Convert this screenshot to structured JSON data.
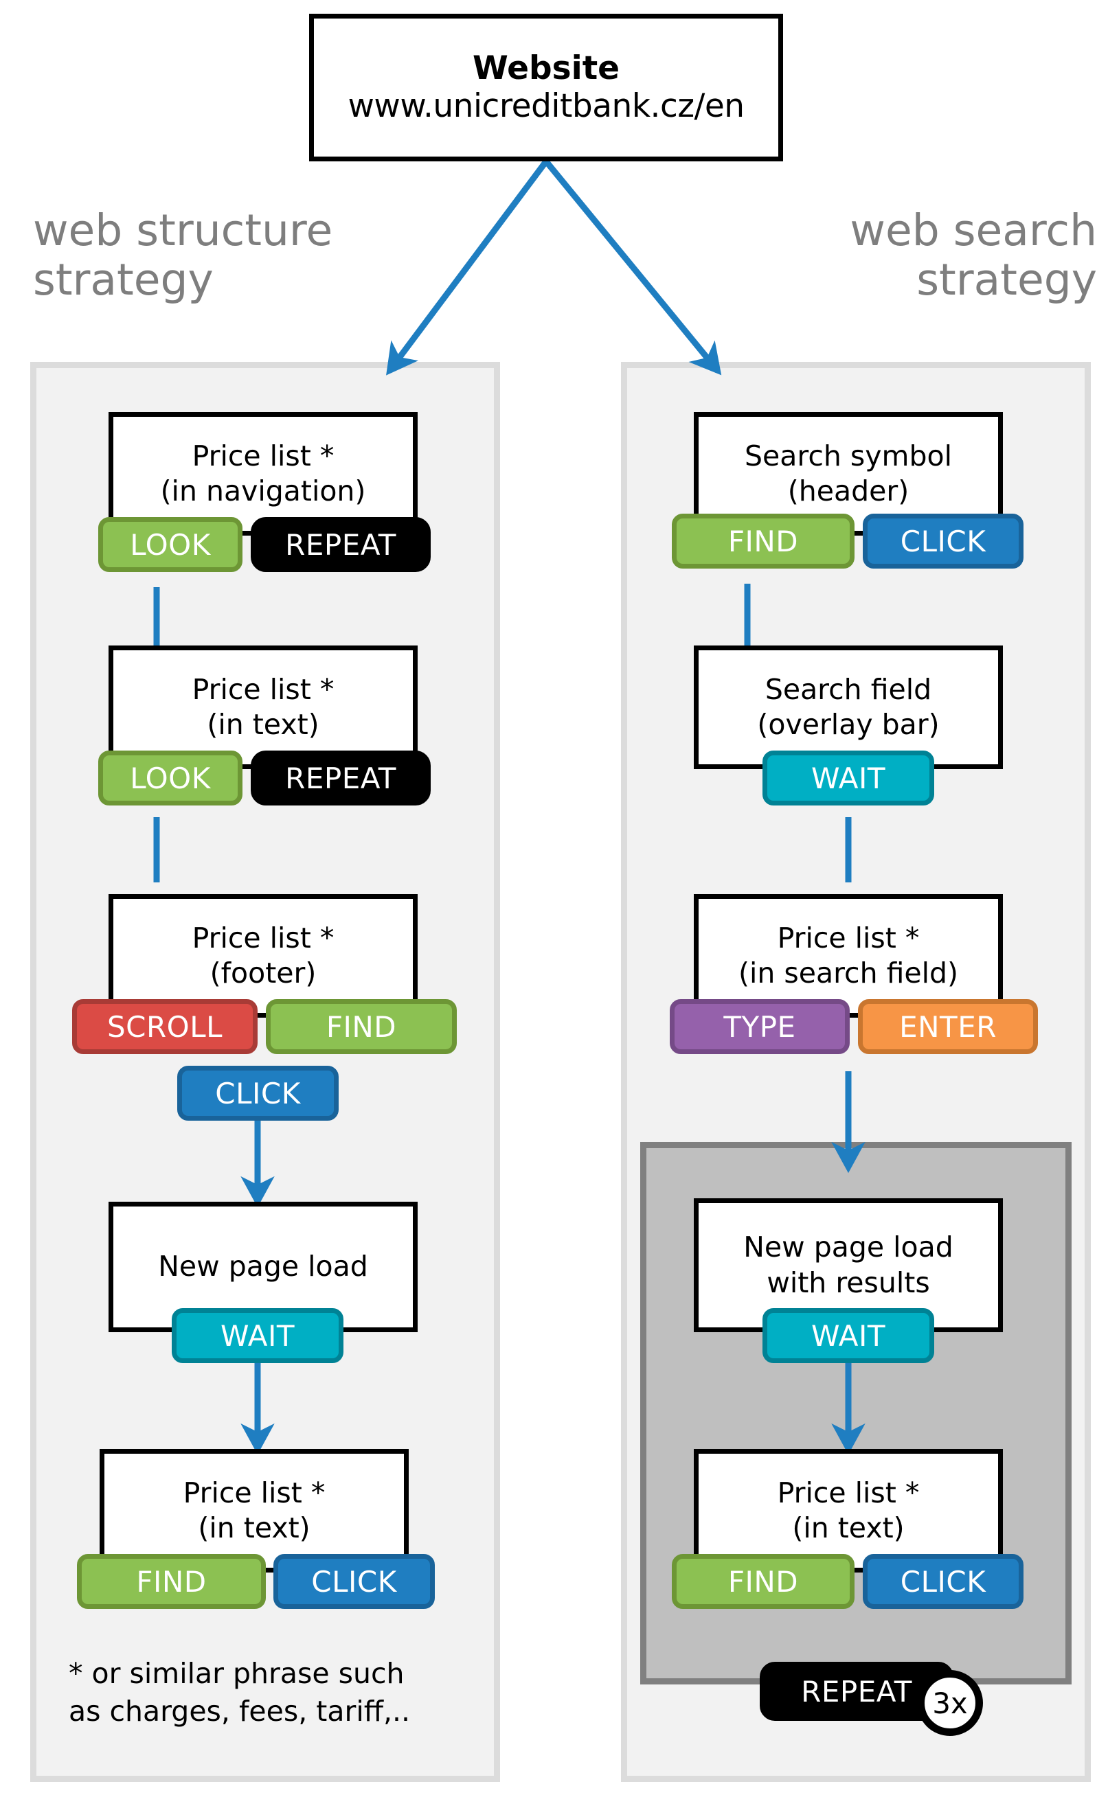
{
  "diagram": {
    "root": {
      "title": "Website",
      "url": "www.unicreditbank.cz/en"
    },
    "columns": [
      {
        "id": "web-structure",
        "heading": "web structure\nstrategy",
        "steps": [
          {
            "id": "price-list-navigation",
            "line1": "Price list *",
            "line2": "(in navigation)",
            "badges": [
              {
                "label": "LOOK",
                "kind": "look"
              },
              {
                "label": "REPEAT",
                "kind": "repeat"
              }
            ]
          },
          {
            "id": "price-list-in-text",
            "line1": "Price list *",
            "line2": "(in text)",
            "badges": [
              {
                "label": "LOOK",
                "kind": "look"
              },
              {
                "label": "REPEAT",
                "kind": "repeat"
              }
            ]
          },
          {
            "id": "price-list-footer",
            "line1": "Price list *",
            "line2": "(footer)",
            "badges": [
              {
                "label": "SCROLL",
                "kind": "scroll"
              },
              {
                "label": "FIND",
                "kind": "find"
              },
              {
                "label": "CLICK",
                "kind": "click"
              }
            ]
          },
          {
            "id": "new-page-load",
            "line1": "New page load",
            "line2": "",
            "badges": [
              {
                "label": "WAIT",
                "kind": "wait"
              }
            ]
          },
          {
            "id": "price-list-in-text-final",
            "line1": "Price list *",
            "line2": "(in text)",
            "badges": [
              {
                "label": "FIND",
                "kind": "find"
              },
              {
                "label": "CLICK",
                "kind": "click"
              }
            ]
          }
        ],
        "footnote": "* or similar phrase such\nas charges, fees, tariff,.."
      },
      {
        "id": "web-search",
        "heading": "web search\nstrategy",
        "steps": [
          {
            "id": "search-symbol-header",
            "line1": "Search symbol",
            "line2": "(header)",
            "badges": [
              {
                "label": "FIND",
                "kind": "find"
              },
              {
                "label": "CLICK",
                "kind": "click"
              }
            ]
          },
          {
            "id": "search-field-overlay",
            "line1": "Search field",
            "line2": "(overlay bar)",
            "badges": [
              {
                "label": "WAIT",
                "kind": "wait"
              }
            ]
          },
          {
            "id": "price-list-in-search-field",
            "line1": "Price list *",
            "line2": "(in search field)",
            "badges": [
              {
                "label": "TYPE",
                "kind": "type"
              },
              {
                "label": "ENTER",
                "kind": "enter"
              }
            ]
          },
          {
            "id": "new-page-load-results",
            "line1": "New page load",
            "line2": "with results",
            "badges": [
              {
                "label": "WAIT",
                "kind": "wait"
              }
            ]
          },
          {
            "id": "price-list-in-text-results",
            "line1": "Price list *",
            "line2": "(in text)",
            "badges": [
              {
                "label": "FIND",
                "kind": "find"
              },
              {
                "label": "CLICK",
                "kind": "click"
              }
            ]
          }
        ],
        "loop": {
          "label": "REPEAT",
          "count": "3x"
        }
      }
    ],
    "colors": {
      "look": "#8CC152",
      "find": "#8CC152",
      "click": "#1F7EC1",
      "wait": "#00AFC4",
      "scroll": "#DB4B45",
      "type": "#9561AB",
      "enter": "#F79546",
      "repeat": "#000000",
      "connector": "#1F7EC1",
      "panel_fill": "#F2F2F2",
      "panel_border": "#DCDCDC",
      "inner_panel_fill": "#BFBFBF",
      "inner_panel_border": "#808080",
      "heading_text": "#7E7E7E"
    }
  }
}
